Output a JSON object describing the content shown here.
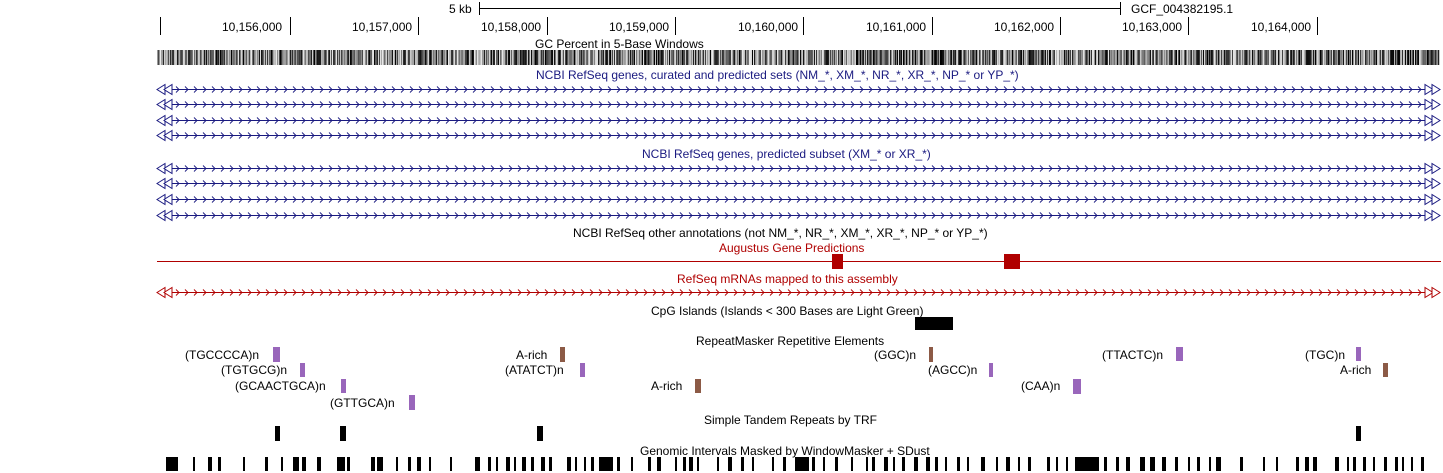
{
  "scale_bar": {
    "label": "5 kb",
    "assembly": "GCF_004382195.1"
  },
  "ruler": {
    "ticks": [
      "10,156,000",
      "10,157,000",
      "10,158,000",
      "10,159,000",
      "10,160,000",
      "10,161,000",
      "10,162,000",
      "10,163,000",
      "10,164,000"
    ]
  },
  "tracks": {
    "gc_percent": "GC Percent in 5-Base Windows",
    "refseq_curated": "NCBI RefSeq genes, curated and predicted sets (NM_*, XM_*, NR_*, XR_*, NP_* or YP_*)",
    "refseq_predicted": "NCBI RefSeq genes, predicted subset (XM_* or XR_*)",
    "refseq_other": "NCBI RefSeq other annotations (not NM_*, NR_*, XM_*, XR_*, NP_* or YP_*)",
    "augustus": "Augustus Gene Predictions",
    "refseq_mrna": "RefSeq mRNAs mapped to this assembly",
    "cpg_islands": "CpG Islands (Islands < 300 Bases are Light Green)",
    "repeatmasker": "RepeatMasker Repetitive Elements",
    "simple_repeats": "Simple Tandem Repeats by TRF",
    "windowmasker": "Genomic Intervals Masked by WindowMasker + SDust"
  },
  "repeats": [
    {
      "label": "(TGCCCCA)n",
      "kind": "simple"
    },
    {
      "label": "(TGTGCG)n",
      "kind": "simple"
    },
    {
      "label": "(GCAACTGCA)n",
      "kind": "simple"
    },
    {
      "label": "(GTTGCA)n",
      "kind": "simple"
    },
    {
      "label": "A-rich",
      "kind": "lowcomplex"
    },
    {
      "label": "(ATATCT)n",
      "kind": "simple"
    },
    {
      "label": "A-rich",
      "kind": "lowcomplex"
    },
    {
      "label": "(GGC)n",
      "kind": "simple"
    },
    {
      "label": "(AGCC)n",
      "kind": "simple"
    },
    {
      "label": "(CAA)n",
      "kind": "simple"
    },
    {
      "label": "(TTACTC)n",
      "kind": "simple"
    },
    {
      "label": "(TGC)n",
      "kind": "simple"
    },
    {
      "label": "A-rich",
      "kind": "lowcomplex"
    }
  ],
  "colors": {
    "navy": "#1a1a80",
    "red": "#b00000",
    "simple_repeat": "#9966bb",
    "low_complexity": "#8c5a46",
    "black": "#000000"
  },
  "icons": {
    "strand": "chevron-right-icon",
    "end_markers": "triangle-end-icon"
  }
}
